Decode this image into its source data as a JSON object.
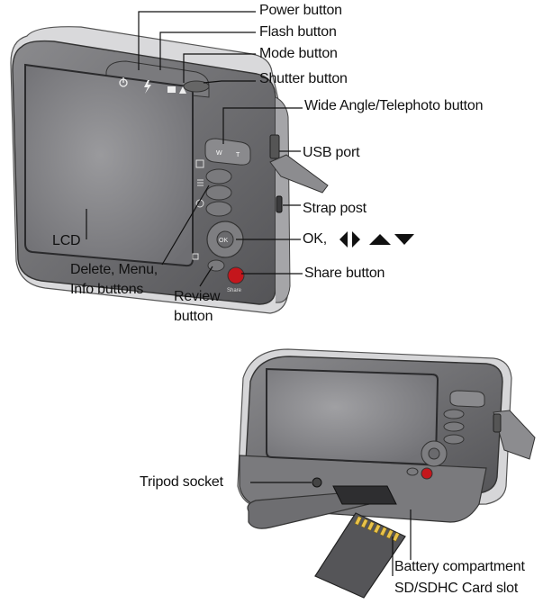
{
  "labels": {
    "power": "Power button",
    "flash": "Flash button",
    "mode": "Mode button",
    "shutter": "Shutter button",
    "zoom": "Wide Angle/Telephoto button",
    "usb": "USB port",
    "strap": "Strap post",
    "ok": "OK,",
    "lcd": "LCD",
    "delete_line1": "Delete, Menu,",
    "delete_line2": "Info buttons",
    "review_line1": "Review",
    "review_line2": "button",
    "share": "Share button",
    "tripod": "Tripod socket",
    "battery": "Battery compartment",
    "sdcard": "SD/SDHC Card slot"
  },
  "camera_markings": {
    "zoom_w": "W",
    "zoom_t": "T",
    "ok_key": "OK",
    "share_key": "Share"
  },
  "icons": [
    "power-icon",
    "flash-icon",
    "mode-icon",
    "delete-icon",
    "menu-icon",
    "info-icon",
    "review-icon",
    "arrow-left-icon",
    "arrow-right-icon",
    "arrow-up-icon",
    "arrow-down-icon"
  ],
  "colors": {
    "body": "#6f6f72",
    "body_dark": "#4a4a4d",
    "lcd": "#8b8b8e",
    "share": "#c4161c",
    "line": "#111111"
  }
}
